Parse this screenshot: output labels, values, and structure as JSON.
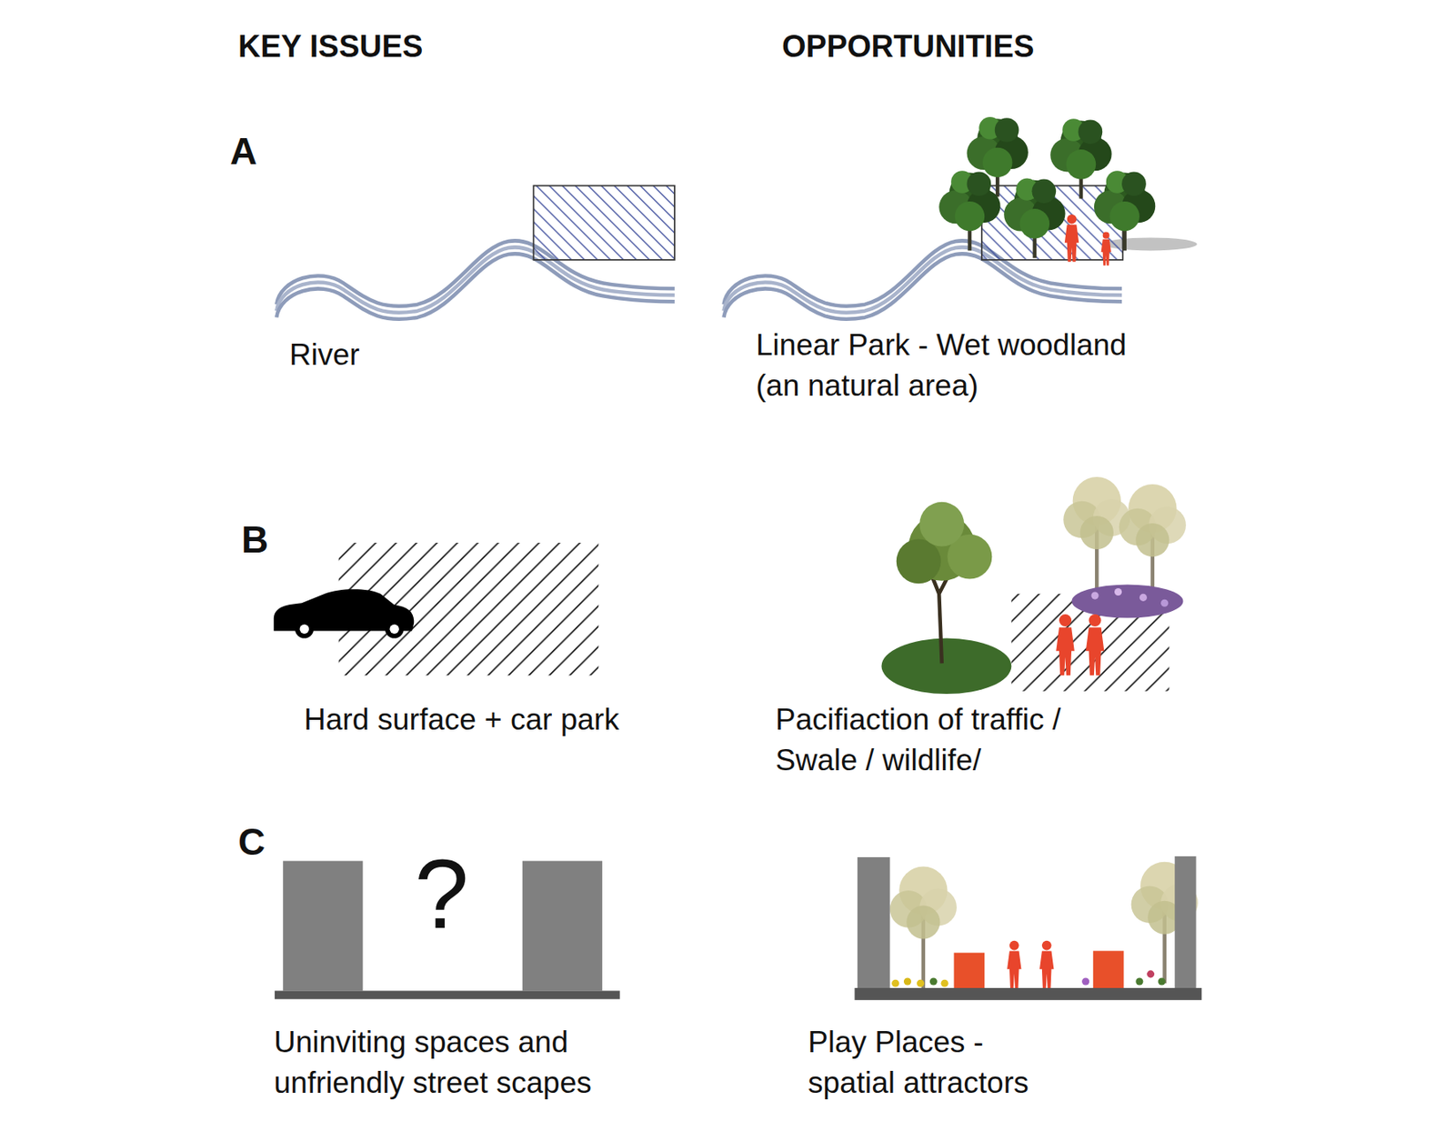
{
  "diagram": {
    "labels": [
      "KEY ISSUES",
      "OPPORTUNITIES",
      "A",
      "River",
      "Linear Park - Wet woodland (an natural area)",
      "B",
      "Hard surface + car park",
      "Pacifiaction of traffic / Swale / wildlife/",
      "C",
      "?",
      "Uninviting spaces and unfriendly street scapes",
      "Play Places - spatial attractors"
    ]
  }
}
